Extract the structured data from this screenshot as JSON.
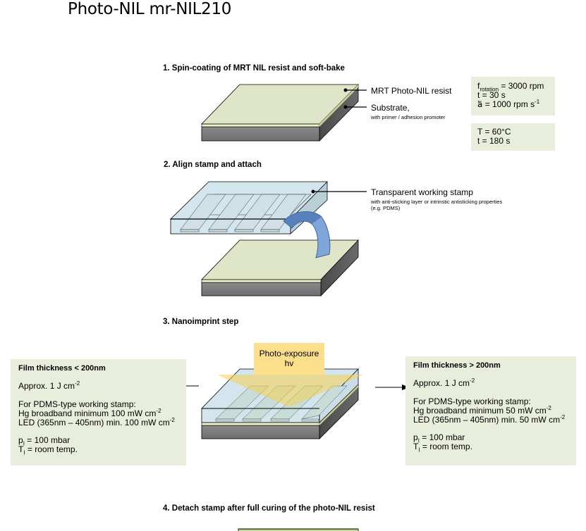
{
  "title": "Photo-NIL mr-NIL210",
  "steps": {
    "s1": "1. Spin-coating of MRT NIL resist and soft-bake",
    "s2": "2. Align stamp and attach",
    "s3": "3. Nanoimprint step",
    "s4": "4. Detach stamp after full curing of the photo-NIL resist"
  },
  "step1": {
    "resist_label": "MRT Photo-NIL resist",
    "substrate_label": "Substrate,",
    "substrate_note": "with primer / adhesion promoter",
    "spin_params": {
      "f_symbol": "f",
      "f_sub": "rotation",
      "f_value": " = 3000 rpm",
      "t": "t = 30 s",
      "a_symbol": "a⃖",
      "a_value": " = 1000 rpm s",
      "a_exp": "-1"
    },
    "bake_params": {
      "T": "T = 60°C",
      "t": "t = 180 s"
    }
  },
  "step2": {
    "stamp_label": "Transparent working stamp",
    "stamp_note_1": "with anti-sticking layer or intrinstic antisticking properties",
    "stamp_note_2": "(e.g. PDMS)"
  },
  "step3": {
    "exposure_label_1": "Photo-exposure",
    "exposure_label_2": "hv",
    "thin": {
      "heading": "Film thickness < 200nm",
      "dose": "Approx. 1 J cm",
      "dose_exp": "-2",
      "pdms": "For PDMS-type working stamp:",
      "hg": "Hg broadband minimum 100 mW cm",
      "hg_exp": "-2",
      "led": "LED (365nm – 405nm) min. 100 mW cm",
      "led_exp": "-2",
      "p_sym": "p",
      "p_sub": "I",
      "p_val": " = 100 mbar",
      "T_sym": "T",
      "T_sub": "I",
      "T_val": " = room temp."
    },
    "thick": {
      "heading": "Film thickness > 200nm",
      "dose": "Approx. 1 J cm",
      "dose_exp": "-2",
      "pdms": "For PDMS-type working stamp:",
      "hg": "Hg broadband minimum 50 mW cm",
      "hg_exp": "-2",
      "led": "LED (365nm – 405nm) min. 50 mW cm",
      "led_exp": "-2",
      "p_sym": "p",
      "p_sub": "I",
      "p_val": " = 100 mbar",
      "T_sym": "T",
      "T_sub": "I",
      "T_val": " = room temp."
    }
  },
  "colors": {
    "resist": "#dfe6c8",
    "substrate": "#808080",
    "stamp": "#d3e6ee",
    "box_bg": "#e8eedb",
    "exposure": "#fbdf8c",
    "arrow_blue": "#7fa6d9"
  }
}
